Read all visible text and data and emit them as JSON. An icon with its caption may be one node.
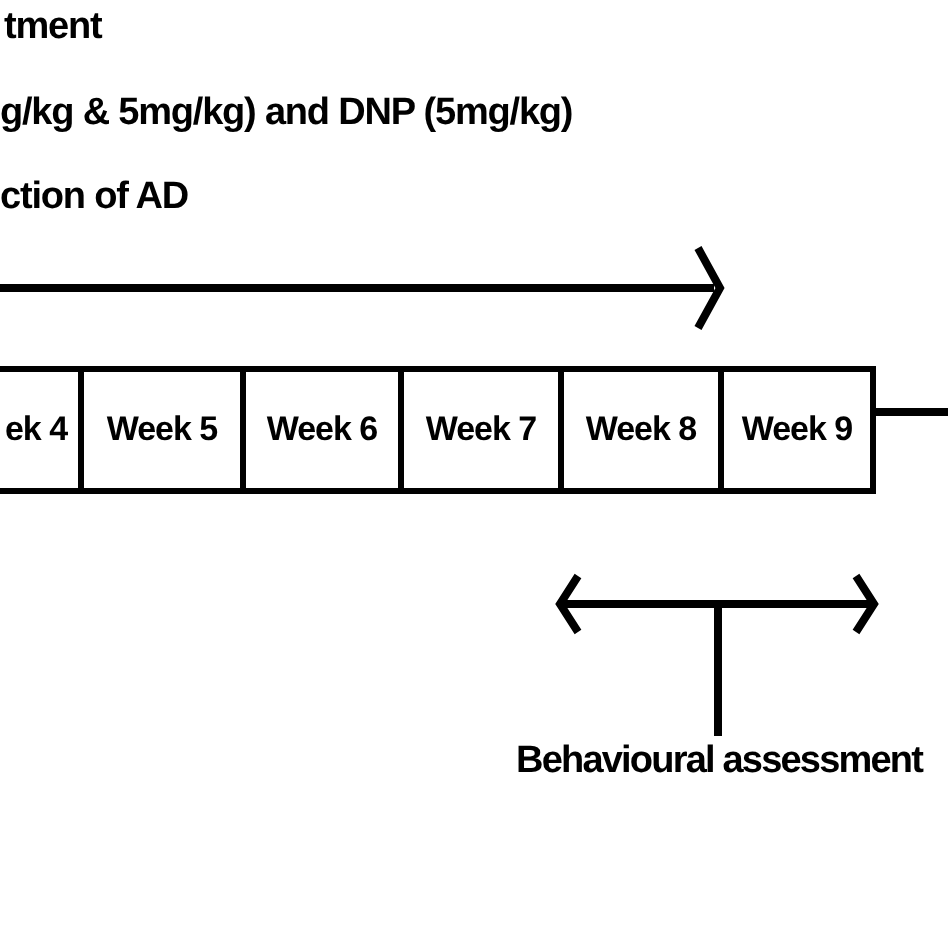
{
  "diagram": {
    "nodes": [
      {
        "text": [
          "ek 4"
        ]
      },
      {
        "text": [
          "Week 5"
        ]
      },
      {
        "text": [
          "Week 6"
        ]
      },
      {
        "text": [
          "Week 7"
        ]
      },
      {
        "text": [
          "Week 8"
        ]
      },
      {
        "text": [
          "Week 9"
        ]
      },
      {
        "text": [
          "Behavioural assessment"
        ]
      }
    ],
    "labels": [
      "tment",
      "g/kg & 5mg/kg) and DNP (5mg/kg)",
      "ction of AD"
    ]
  }
}
